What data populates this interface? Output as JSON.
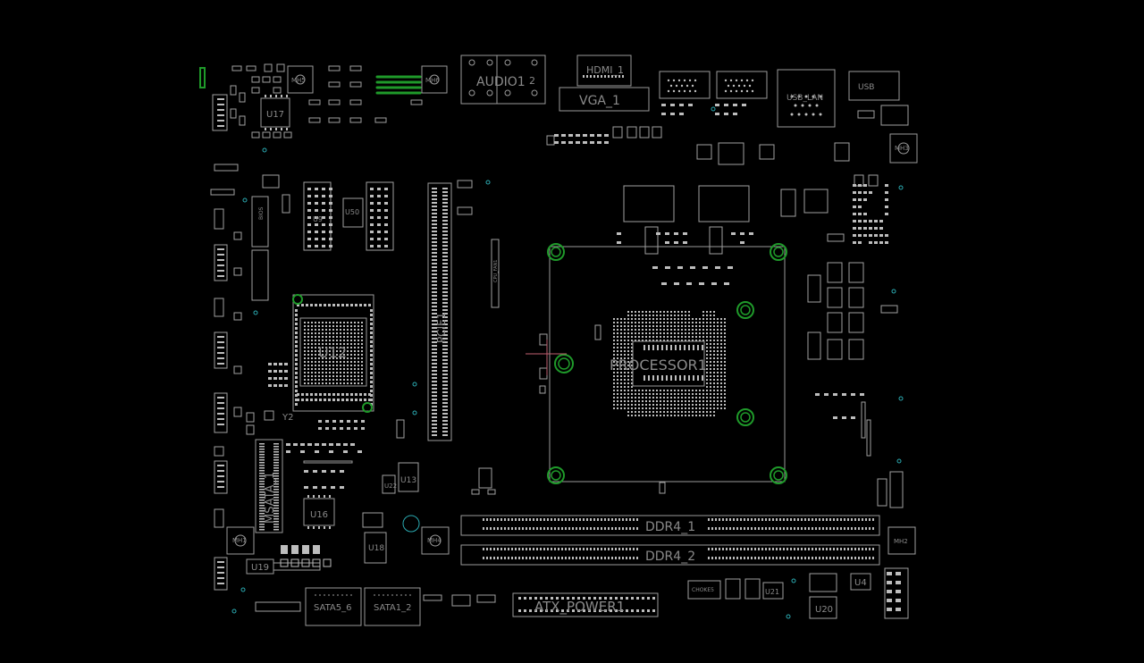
{
  "viewer": {
    "background": "#000000",
    "outline_color": "#9a9a9a",
    "pad_color": "#bdbdbd",
    "highlight_color": "#1f9a2a",
    "via_color": "#2aa9b0",
    "cursor_color": "#c06070"
  },
  "labels": {
    "audio": "AUDIO1",
    "audio2": "2",
    "hdmi": "HDMI_1",
    "vga": "VGA_1",
    "usb_lan": "USB_LAN",
    "usb": "USB",
    "u17": "U17",
    "u16": "U16",
    "u19": "U19",
    "u4": "U4",
    "u20": "U20",
    "u21": "U21",
    "u12": "U12",
    "u13": "U13",
    "u18": "U18",
    "u22": "U22",
    "u9": "U9",
    "u50": "U50",
    "processor": "PROCESSOR1",
    "msata": "MSATA_1",
    "sata56": "SATA5_6",
    "sata12": "SATA1_2",
    "atx": "ATX_POWER1",
    "dimm1": "DDR4_1",
    "dimm2": "DDR4_2",
    "pcie": "PCIE1",
    "y2": "Y2",
    "choke": "CHOKE5",
    "bios": "BIOS",
    "cpu_fan": "CPU_FAN1",
    "mh1": "MH1",
    "mh2": "MH2",
    "mh3": "MH3",
    "mh4": "MH4",
    "mh5": "MH5",
    "mh6": "MH6"
  }
}
